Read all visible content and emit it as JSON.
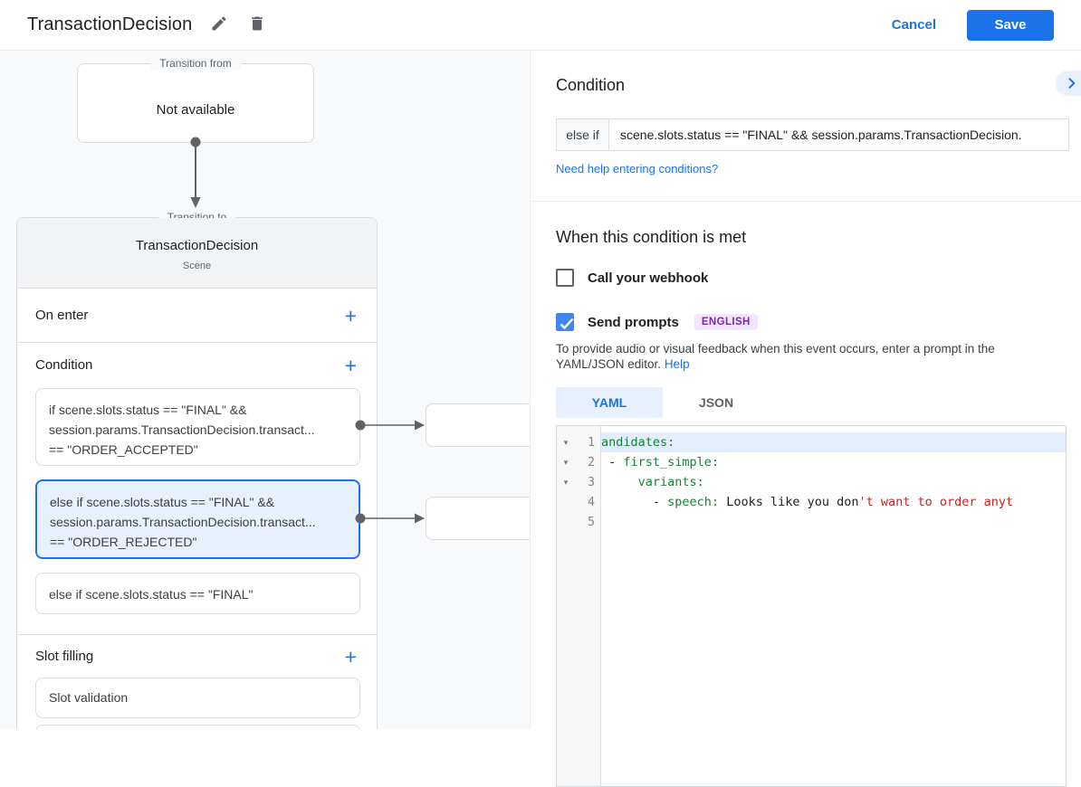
{
  "colors": {
    "accent": "#1a73e8",
    "save_button": "#1a73e8",
    "selected_card_bg": "#e8f0fe",
    "selected_card_border": "#1a73e8",
    "checkbox_checked": "#4285f4",
    "badge_bg": "#f2e7fe",
    "badge_text": "#7627bb",
    "code_key": "#188038",
    "code_string": "#c5221f",
    "line_highlight": "#e2eefd"
  },
  "header": {
    "title": "TransactionDecision",
    "cancel_label": "Cancel",
    "save_label": "Save"
  },
  "canvas": {
    "transition_from": {
      "label": "Transition from",
      "value": "Not available"
    },
    "transition_to": {
      "label": "Transition to",
      "title": "TransactionDecision",
      "subtitle": "Scene"
    },
    "on_enter": {
      "label": "On enter",
      "add_label": "+"
    },
    "condition": {
      "label": "Condition",
      "add_label": "+",
      "cards": [
        {
          "selected": false,
          "lines": [
            "if scene.slots.status == \"FINAL\" &&",
            "session.params.TransactionDecision.transact...",
            "== \"ORDER_ACCEPTED\""
          ]
        },
        {
          "selected": true,
          "lines": [
            "else if scene.slots.status == \"FINAL\" &&",
            "session.params.TransactionDecision.transact...",
            "== \"ORDER_REJECTED\""
          ]
        },
        {
          "selected": false,
          "lines": [
            "else if scene.slots.status == \"FINAL\""
          ]
        }
      ]
    },
    "slot_filling": {
      "label": "Slot filling",
      "add_label": "+",
      "cards": [
        {
          "lines": [
            "Slot validation"
          ]
        }
      ]
    }
  },
  "panel": {
    "heading": "Condition",
    "condition_input": {
      "prefix": "else if",
      "value": "scene.slots.status == \"FINAL\" && session.params.TransactionDecision."
    },
    "help_link": "Need help entering conditions?",
    "subheading": "When this condition is met",
    "webhook": {
      "label": "Call your webhook",
      "checked": false
    },
    "send_prompts": {
      "label": "Send prompts",
      "checked": true,
      "badge": "ENGLISH"
    },
    "prompt_note": "To provide audio or visual feedback when this event occurs, enter a prompt in the YAML/JSON editor.",
    "note_help_label": "Help",
    "editor": {
      "tabs": [
        "YAML",
        "JSON"
      ],
      "active_tab": "YAML",
      "lines": [
        {
          "num": 1,
          "fold": true,
          "highlight": true,
          "tokens": [
            {
              "type": "key",
              "text": "andidates:"
            }
          ]
        },
        {
          "num": 2,
          "fold": true,
          "highlight": false,
          "tokens": [
            {
              "type": "plain",
              "text": " - "
            },
            {
              "type": "key",
              "text": "first_simple:"
            }
          ]
        },
        {
          "num": 3,
          "fold": true,
          "highlight": false,
          "tokens": [
            {
              "type": "plain",
              "text": "     "
            },
            {
              "type": "key",
              "text": "variants:"
            }
          ]
        },
        {
          "num": 4,
          "fold": false,
          "highlight": false,
          "tokens": [
            {
              "type": "plain",
              "text": "       - "
            },
            {
              "type": "key",
              "text": "speech:"
            },
            {
              "type": "plain",
              "text": " Looks like you don"
            },
            {
              "type": "string",
              "text": "'t want to order anyt"
            }
          ]
        },
        {
          "num": 5,
          "fold": false,
          "highlight": false,
          "tokens": []
        }
      ]
    }
  }
}
